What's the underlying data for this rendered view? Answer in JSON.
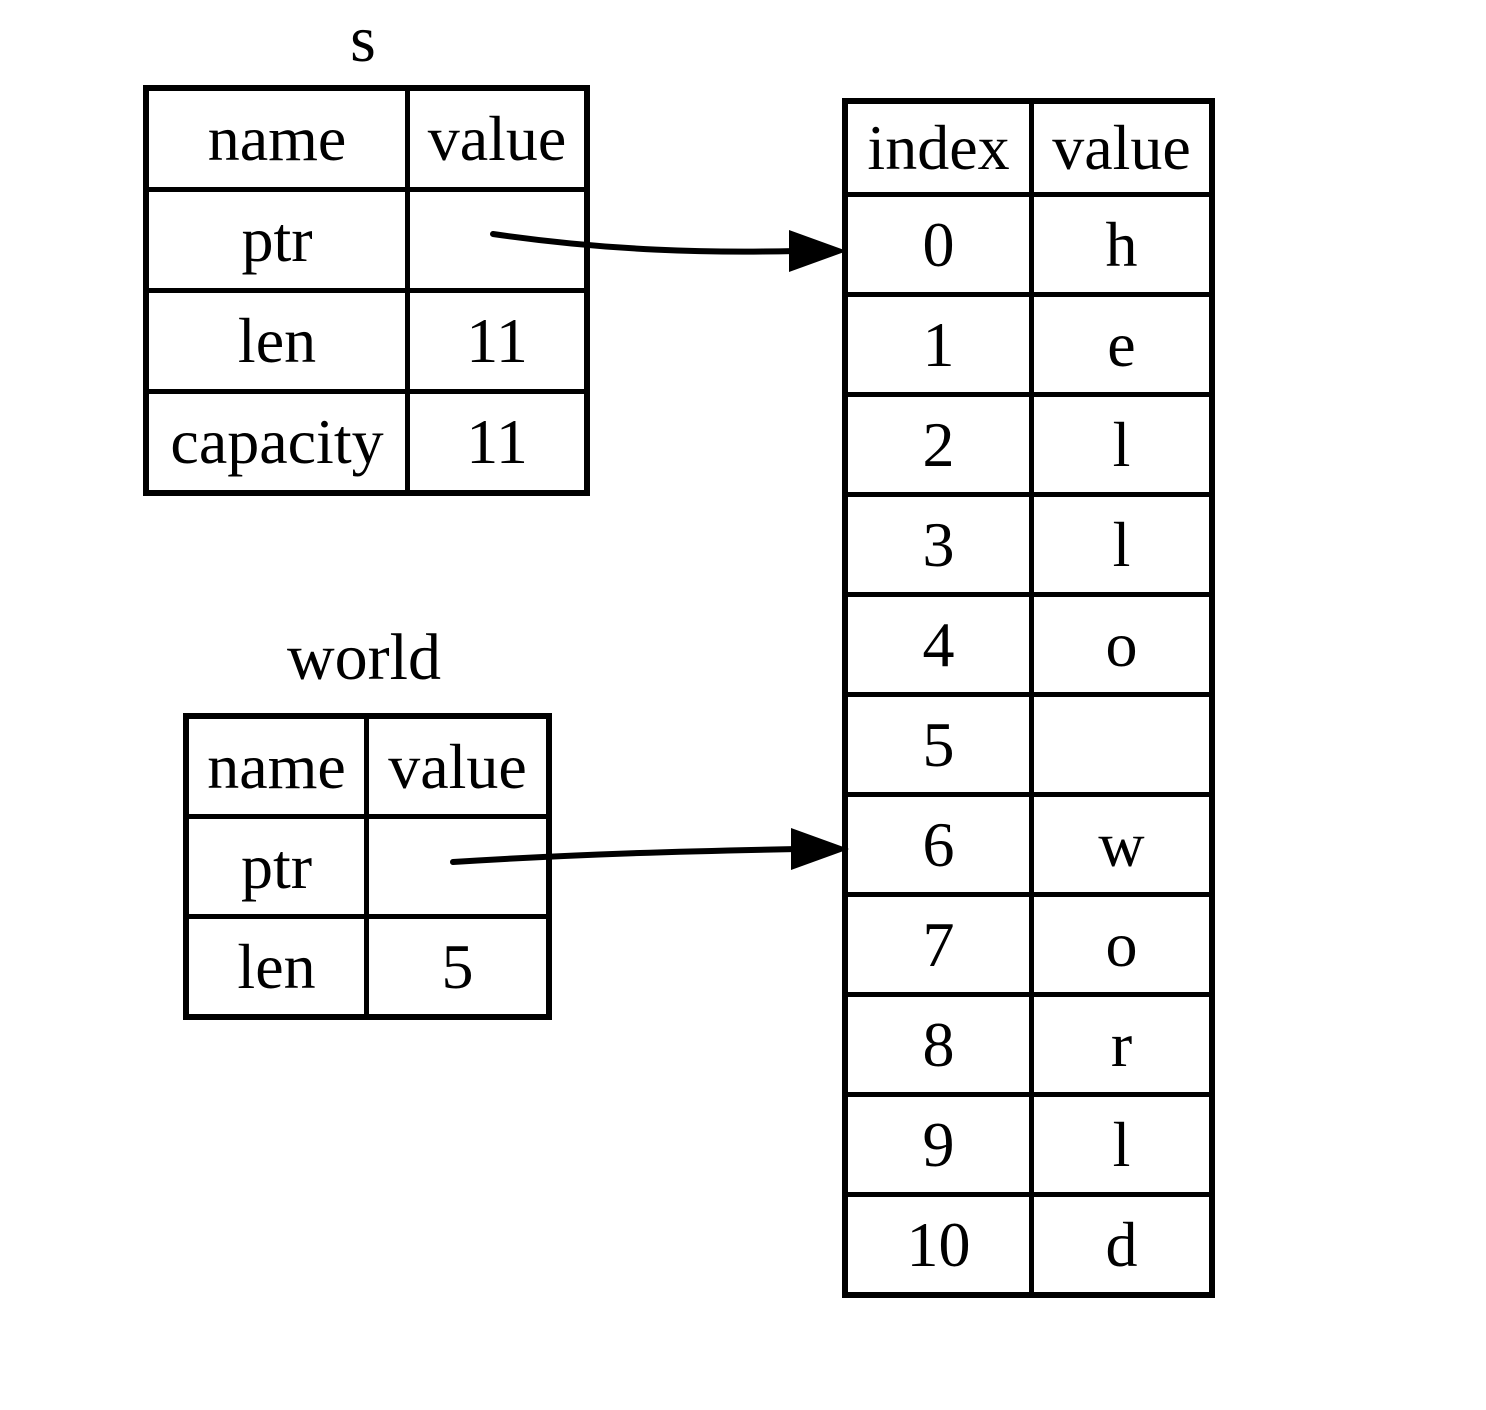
{
  "diagram": {
    "background_color": "#ffffff",
    "stroke_color": "#000000"
  },
  "s_struct": {
    "title": "s",
    "col_headers": [
      "name",
      "value"
    ],
    "rows": [
      {
        "name": "ptr",
        "value": ""
      },
      {
        "name": "len",
        "value": "11"
      },
      {
        "name": "capacity",
        "value": "11"
      }
    ]
  },
  "world_struct": {
    "title": "world",
    "col_headers": [
      "name",
      "value"
    ],
    "rows": [
      {
        "name": "ptr",
        "value": ""
      },
      {
        "name": "len",
        "value": "5"
      }
    ]
  },
  "memory_table": {
    "col_headers": [
      "index",
      "value"
    ],
    "rows": [
      {
        "index": "0",
        "value": "h"
      },
      {
        "index": "1",
        "value": "e"
      },
      {
        "index": "2",
        "value": "l"
      },
      {
        "index": "3",
        "value": "l"
      },
      {
        "index": "4",
        "value": "o"
      },
      {
        "index": "5",
        "value": ""
      },
      {
        "index": "6",
        "value": "w"
      },
      {
        "index": "7",
        "value": "o"
      },
      {
        "index": "8",
        "value": "r"
      },
      {
        "index": "9",
        "value": "l"
      },
      {
        "index": "10",
        "value": "d"
      }
    ]
  },
  "pointers": [
    {
      "from": "s.ptr",
      "to": "index 0"
    },
    {
      "from": "world.ptr",
      "to": "index 6"
    }
  ]
}
